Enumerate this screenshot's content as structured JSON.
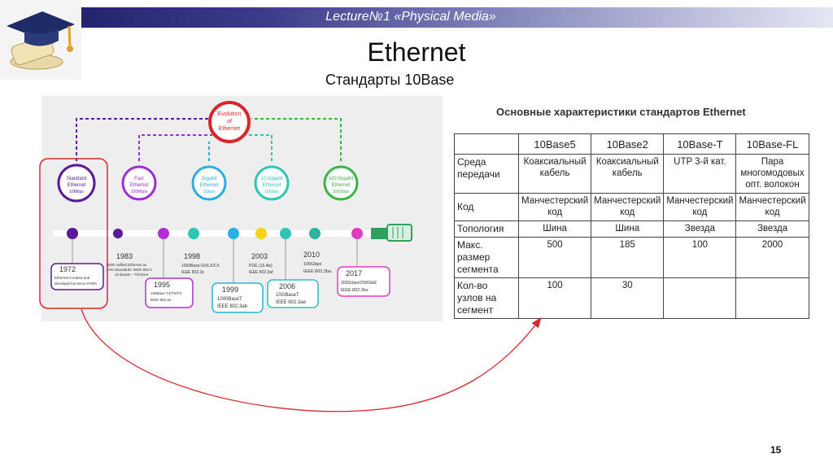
{
  "header": {
    "title": "Lecture№1 «Physical Media»"
  },
  "slide": {
    "title": "Ethernet",
    "subtitle": "Стандарты 10Base",
    "page_number": "15"
  },
  "timeline": {
    "center": [
      "Evolution",
      "of",
      "Ethernet"
    ],
    "circles": [
      {
        "name": [
          "Standard",
          "Ethernet"
        ],
        "speed": "10Mbps",
        "color": "#5a1a9a"
      },
      {
        "name": [
          "Fast",
          "Ethernet"
        ],
        "speed": "100Mbps",
        "color": "#9b2fd6"
      },
      {
        "name": [
          "Gigabit",
          "Ethernet"
        ],
        "speed": "1Gbps",
        "color": "#2ab0e0"
      },
      {
        "name": [
          "10 Gigabit",
          "Ethernet"
        ],
        "speed": "10Gbps",
        "color": "#2fc4b4"
      },
      {
        "name": [
          "100 Gigabit",
          "Ethernet"
        ],
        "speed": "100Gbps",
        "color": "#38b44a"
      }
    ],
    "events": [
      {
        "year": "1972",
        "lines": [
          "Ethernet-Created and",
          "developed at Xerox PARC"
        ]
      },
      {
        "year": "1983",
        "lines": [
          "IEEE ratified Ethernet as",
          "LAN Standards: IEEE 802.3",
          "10 Base5 – Thicknet"
        ]
      },
      {
        "year": "1995",
        "lines": [
          "100Base-T4/TX/FX",
          "IEEE 802.3u"
        ]
      },
      {
        "year": "1998",
        "lines": [
          "1000Base-SX/LX/CX",
          "IEEE 802.3z"
        ]
      },
      {
        "year": "1999",
        "lines": [
          "1000BaseT",
          "IEEE 802.3ab"
        ]
      },
      {
        "year": "2003",
        "lines": [
          "POE (15.4w)",
          "IEEE 802.3af"
        ]
      },
      {
        "year": "2006",
        "lines": [
          "10GBaseT",
          "IEEE 802.3ae"
        ]
      },
      {
        "year": "2010",
        "lines": [
          "100Gbps",
          "IEEE 802.3ba"
        ]
      },
      {
        "year": "2017",
        "lines": [
          "200Gbps/200GbE",
          "IEEE 802.3bs"
        ]
      }
    ]
  },
  "table": {
    "heading": "Основные характеристики стандартов Ethernet",
    "columns": [
      "10Base5",
      "10Base2",
      "10Base-T",
      "10Base-FL"
    ],
    "rows": [
      {
        "label": [
          "Среда",
          "передачи"
        ],
        "values": [
          [
            "Коаксиальный",
            "кабель"
          ],
          [
            "Коаксиальный",
            "кабель"
          ],
          [
            "UTP  3-й кат."
          ],
          [
            "Пара",
            "многомодовых",
            "опт. волокон"
          ]
        ]
      },
      {
        "label": [
          "Код"
        ],
        "values": [
          [
            "Манчестерский",
            "код"
          ],
          [
            "Манчестерский",
            "код"
          ],
          [
            "Манчестерский",
            "код"
          ],
          [
            "Манчестерский",
            "код"
          ]
        ]
      },
      {
        "label": [
          "Топология"
        ],
        "values": [
          [
            "Шина"
          ],
          [
            "Шина"
          ],
          [
            "Звезда"
          ],
          [
            "Звезда"
          ]
        ]
      },
      {
        "label": [
          "Макс.",
          "размер",
          "сегмента"
        ],
        "values": [
          [
            "500"
          ],
          [
            "185"
          ],
          [
            "100"
          ],
          [
            "2000"
          ]
        ]
      },
      {
        "label": [
          "Кол-во",
          "узлов на",
          "сегмент"
        ],
        "values": [
          [
            "100"
          ],
          [
            "30"
          ],
          [
            ""
          ],
          [
            ""
          ]
        ]
      }
    ]
  },
  "colors": {
    "highlight": "#d9262b",
    "timeline_bg": "#eeeeee",
    "header_dark": "#24246e"
  }
}
